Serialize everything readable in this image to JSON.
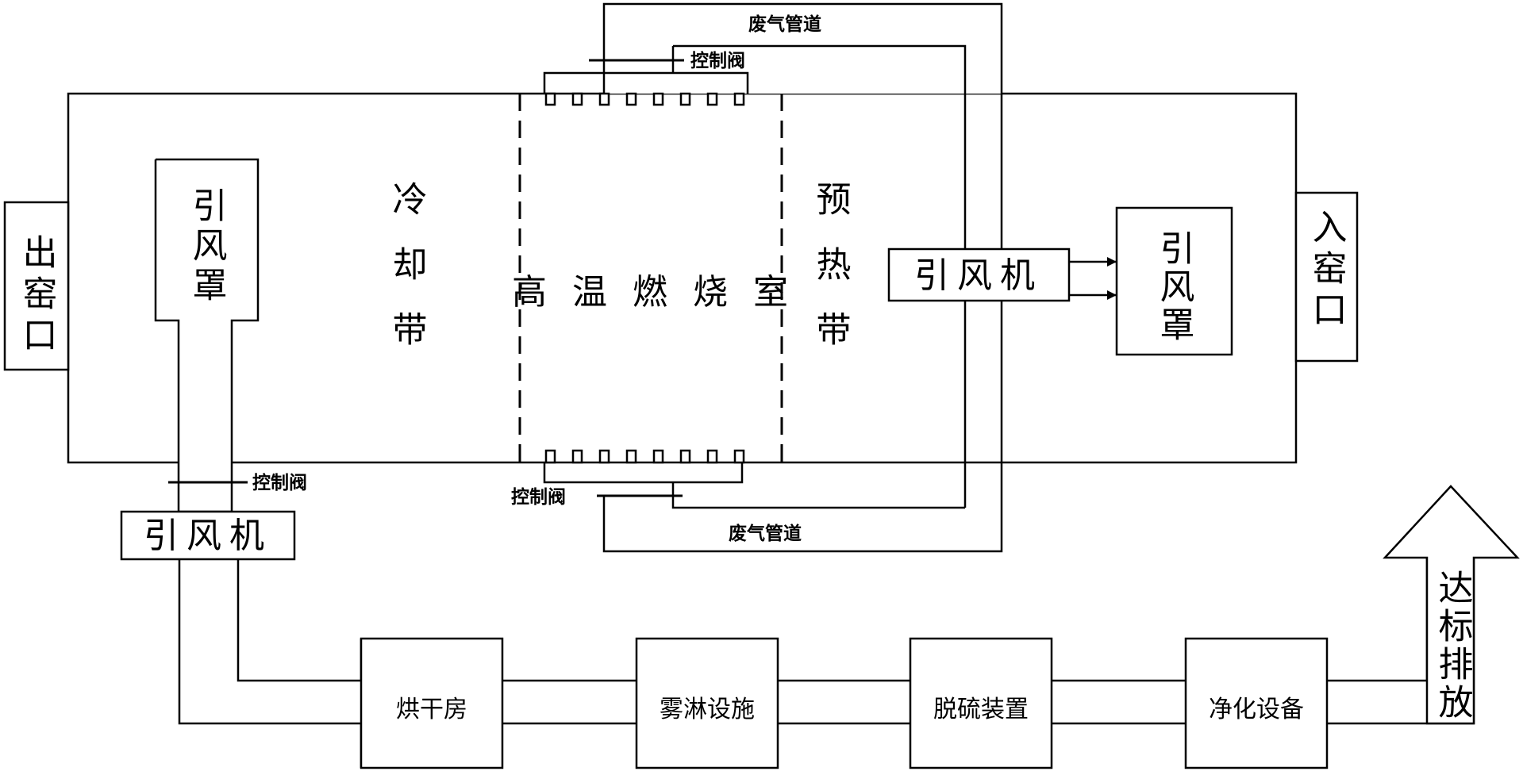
{
  "kiln": {
    "exit": "出窑口",
    "entrance": "入窑口",
    "cooling_zone": "冷却带",
    "firing_chamber": "高温燃烧室",
    "preheat_zone": "预热带"
  },
  "left_hood": "引风罩",
  "right_hood": "引风罩",
  "left_fan": "引风机",
  "right_fan": "引风机",
  "valves": {
    "top": "控制阀",
    "bottom": "控制阀",
    "left": "控制阀"
  },
  "pipes": {
    "top": "废气管道",
    "bottom": "废气管道"
  },
  "treatment": [
    "烘干房",
    "雾淋设施",
    "脱硫装置",
    "净化设备"
  ],
  "discharge": "达标排放"
}
